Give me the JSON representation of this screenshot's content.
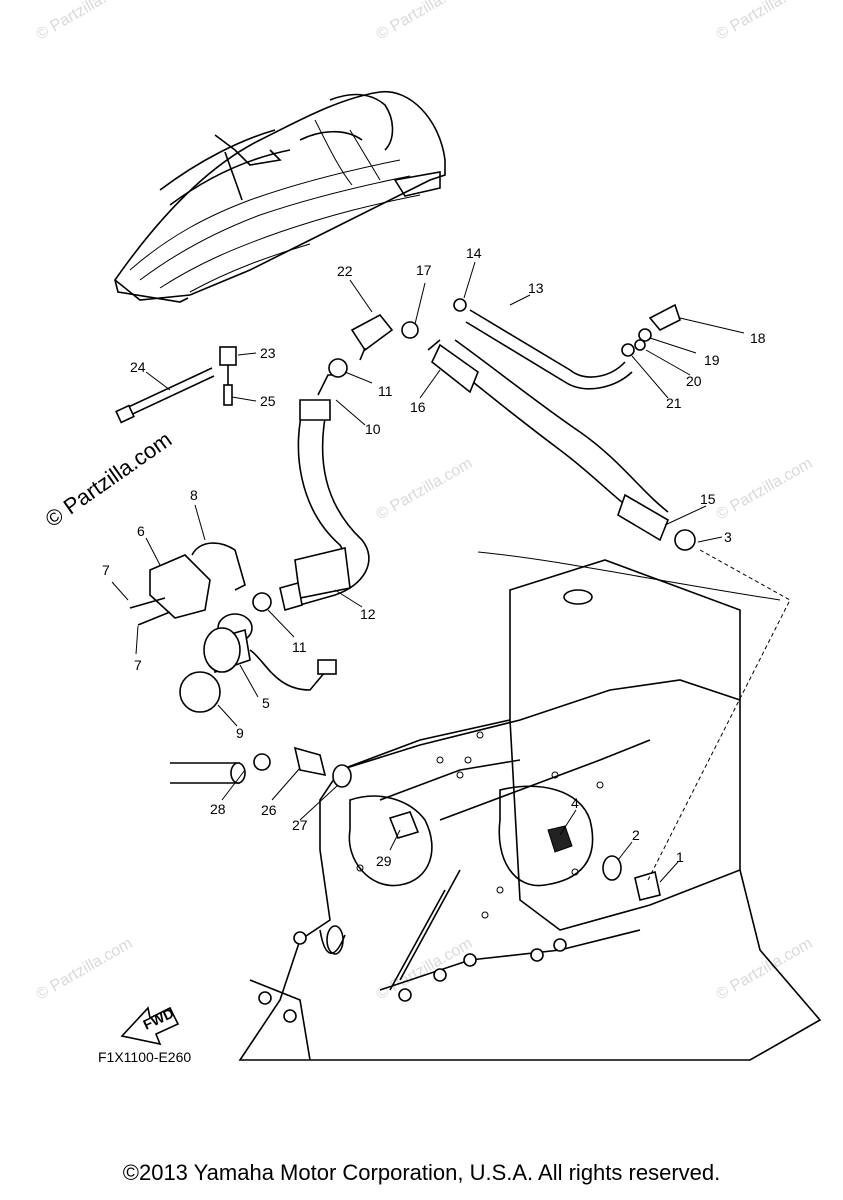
{
  "diagram_code": "F1X1100-E260",
  "copyright": "©2013 Yamaha Motor Corporation, U.S.A. All rights reserved.",
  "watermark_main": "© Partzilla.com",
  "watermark_small": "© Partzilla.com",
  "fwd_label": "FWD",
  "callouts": {
    "p1": "1",
    "p2": "2",
    "p3": "3",
    "p4": "4",
    "p5": "5",
    "p6": "6",
    "p7a": "7",
    "p7b": "7",
    "p8": "8",
    "p9": "9",
    "p10": "10",
    "p11a": "11",
    "p11b": "11",
    "p12": "12",
    "p13": "13",
    "p14": "14",
    "p15": "15",
    "p16": "16",
    "p17": "17",
    "p18": "18",
    "p19": "19",
    "p20": "20",
    "p21": "21",
    "p22": "22",
    "p23": "23",
    "p24": "24",
    "p25": "25",
    "p26": "26",
    "p27": "27",
    "p28": "28",
    "p29": "29"
  }
}
